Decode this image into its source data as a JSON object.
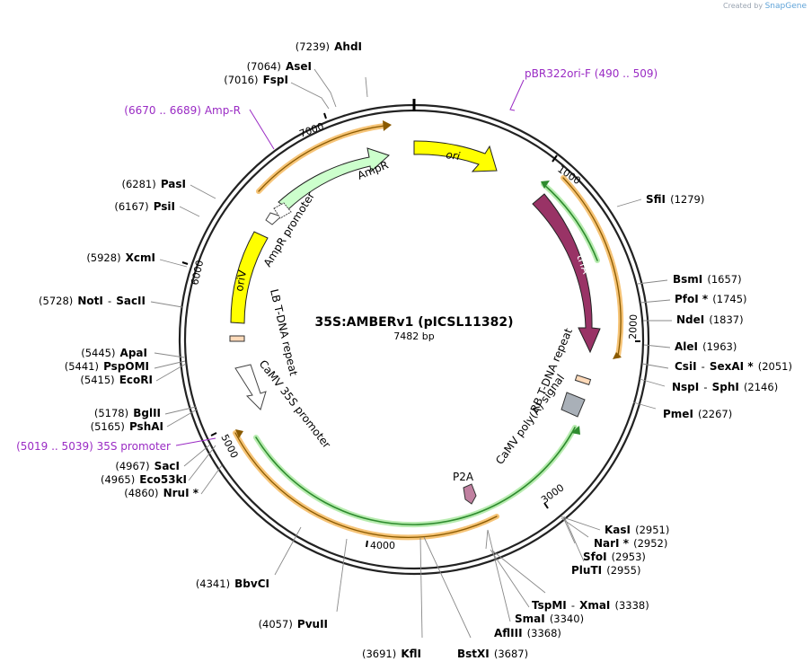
{
  "credit": {
    "prefix": "Created by",
    "brand": "SnapGene"
  },
  "plasmid": {
    "name": "35S:AMBERv1 (pICSL11382)",
    "length": "7482 bp"
  },
  "ticks": [
    "1000",
    "2000",
    "3000",
    "4000",
    "5000",
    "6000",
    "7000"
  ],
  "sites": [
    {
      "pos": "(7239)",
      "name": "AhdI"
    },
    {
      "pos": "(7064)",
      "name": "AseI"
    },
    {
      "pos": "(7016)",
      "name": "FspI"
    },
    {
      "pos": "(6281)",
      "name": "PasI"
    },
    {
      "pos": "(6167)",
      "name": "PsiI"
    },
    {
      "pos": "(5928)",
      "name": "XcmI"
    },
    {
      "pos": "(5728)",
      "name": "NotI",
      "sep": "-",
      "name2": "SacII"
    },
    {
      "pos": "(5445)",
      "name": "ApaI"
    },
    {
      "pos": "(5441)",
      "name": "PspOMI"
    },
    {
      "pos": "(5415)",
      "name": "EcoRI"
    },
    {
      "pos": "(5178)",
      "name": "BglII"
    },
    {
      "pos": "(5165)",
      "name": "PshAI"
    },
    {
      "pos": "(4967)",
      "name": "SacI"
    },
    {
      "pos": "(4965)",
      "name": "Eco53kI"
    },
    {
      "pos": "(4860)",
      "name": "NruI *"
    },
    {
      "pos": "(4341)",
      "name": "BbvCI"
    },
    {
      "pos": "(4057)",
      "name": "PvuII"
    },
    {
      "pos": "(3691)",
      "name": "KflI"
    },
    {
      "name": "BstXI",
      "pos": "(3687)"
    },
    {
      "name": "AflIII",
      "pos": "(3368)"
    },
    {
      "name": "SmaI",
      "pos": "(3340)"
    },
    {
      "name": "TspMI",
      "sep": "-",
      "name2": "XmaI",
      "pos": "(3338)"
    },
    {
      "name": "PluTI",
      "pos": "(2955)"
    },
    {
      "name": "SfoI",
      "pos": "(2953)"
    },
    {
      "name": "NarI *",
      "pos": "(2952)"
    },
    {
      "name": "KasI",
      "pos": "(2951)"
    },
    {
      "name": "PmeI",
      "pos": "(2267)"
    },
    {
      "name": "NspI",
      "sep": "-",
      "name2": "SphI",
      "pos": "(2146)"
    },
    {
      "name": "CsiI",
      "sep": "-",
      "name2": "SexAI *",
      "pos": "(2051)"
    },
    {
      "name": "AleI",
      "pos": "(1963)"
    },
    {
      "name": "NdeI",
      "pos": "(1837)"
    },
    {
      "name": "PfoI *",
      "pos": "(1745)"
    },
    {
      "name": "BsmI",
      "pos": "(1657)"
    },
    {
      "name": "SfiI",
      "pos": "(1279)"
    }
  ],
  "primers": [
    {
      "name": "pBR322ori-F",
      "range": "(490 .. 509)"
    },
    {
      "range": "(6670 .. 6689)",
      "name": "Amp-R"
    },
    {
      "range": "(5019 .. 5039)",
      "name": "35S promoter"
    }
  ],
  "features": [
    {
      "name": "ori",
      "color": "#ffff00"
    },
    {
      "name": "trfA",
      "color": "#993366"
    },
    {
      "name": "AmpR",
      "color": "#ccffcc"
    },
    {
      "name": "AmpR promoter",
      "color": "#ffffff"
    },
    {
      "name": "oriV",
      "color": "#ffff00"
    },
    {
      "name": "LB T-DNA repeat",
      "color": "#ffdab9"
    },
    {
      "name": "CaMV 35S promoter",
      "color": "#ffffff"
    },
    {
      "name": "RB T-DNA repeat",
      "color": "#ffdab9"
    },
    {
      "name": "CaMV poly(A) signal",
      "color": "#a9b0b8"
    },
    {
      "name": "P2A",
      "color": "#c080a0"
    }
  ]
}
